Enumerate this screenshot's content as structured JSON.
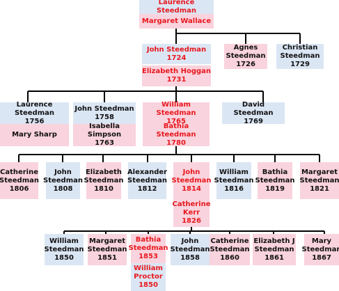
{
  "colors": {
    "male_bg": "#dbe6f4",
    "female_bg": "#f9d3dd",
    "direct_line_text": "#e8181e",
    "line": "#000000"
  },
  "gen1": {
    "laurence": {
      "name": "Laurence Steedman"
    },
    "margaret_wallace": {
      "name": "Margaret Wallace"
    }
  },
  "gen2": {
    "john": {
      "name": "John Steedman",
      "year": "1724"
    },
    "elizabeth_hoggan": {
      "name": "Elizabeth Hoggan",
      "year": "1731"
    },
    "agnes": {
      "name1": "Agnes",
      "name2": "Steedman",
      "year": "1726"
    },
    "christian": {
      "name1": "Christian",
      "name2": "Steedman",
      "year": "1729"
    }
  },
  "gen3": {
    "laurence": {
      "name": "Laurence Steedman",
      "year": "1756"
    },
    "mary_sharp": {
      "name": "Mary Sharp"
    },
    "john": {
      "name": "John Steedman",
      "year": "1758"
    },
    "isabella_simpson": {
      "name": "Isabella Simpson",
      "year": "1763"
    },
    "william": {
      "name": "William Steedman",
      "year": "1765"
    },
    "bathia_greenhill": {
      "name": "Bathia Steedman",
      "year": "1780"
    },
    "david": {
      "name": "David Steedman",
      "year": "1769"
    }
  },
  "gen4": {
    "catherine": {
      "name1": "Catherine",
      "name2": "Steedman",
      "year": "1806"
    },
    "john_1808": {
      "name1": "John",
      "name2": "Steedman",
      "year": "1808"
    },
    "elizabeth": {
      "name1": "Elizabeth",
      "name2": "Steedman",
      "year": "1810"
    },
    "alexander": {
      "name1": "Alexander",
      "name2": "Steedman",
      "year": "1812"
    },
    "john_1814": {
      "name1": "John",
      "name2": "Steedman",
      "year": "1814"
    },
    "william": {
      "name1": "William",
      "name2": "Steedman",
      "year": "1816"
    },
    "bathia": {
      "name1": "Bathia",
      "name2": "Steedman",
      "year": "1819"
    },
    "margaret": {
      "name1": "Margaret",
      "name2": "Steedman",
      "year": "1821"
    },
    "catherine_kerr": {
      "name1": "Catherine",
      "name2": "Kerr",
      "year": "1826"
    }
  },
  "gen5": {
    "william": {
      "name1": "William",
      "name2": "Steedman",
      "year": "1850"
    },
    "margaret": {
      "name1": "Margaret",
      "name2": "Steedman",
      "year": "1851"
    },
    "bathia": {
      "name1": "Bathia",
      "name2": "Steedman",
      "year": "1853"
    },
    "william_proctor": {
      "name1": "William",
      "name2": "Proctor",
      "year": "1850"
    },
    "john": {
      "name1": "John",
      "name2": "Steedman",
      "year": "1858"
    },
    "catherine": {
      "name1": "Catherine",
      "name2": "Steedman",
      "year": "1860"
    },
    "elizabeth_j": {
      "name1": "Elizabeth J",
      "name2": "Steedman",
      "year": "1861"
    },
    "mary": {
      "name1": "Mary",
      "name2": "Steedman",
      "year": "1867"
    }
  }
}
